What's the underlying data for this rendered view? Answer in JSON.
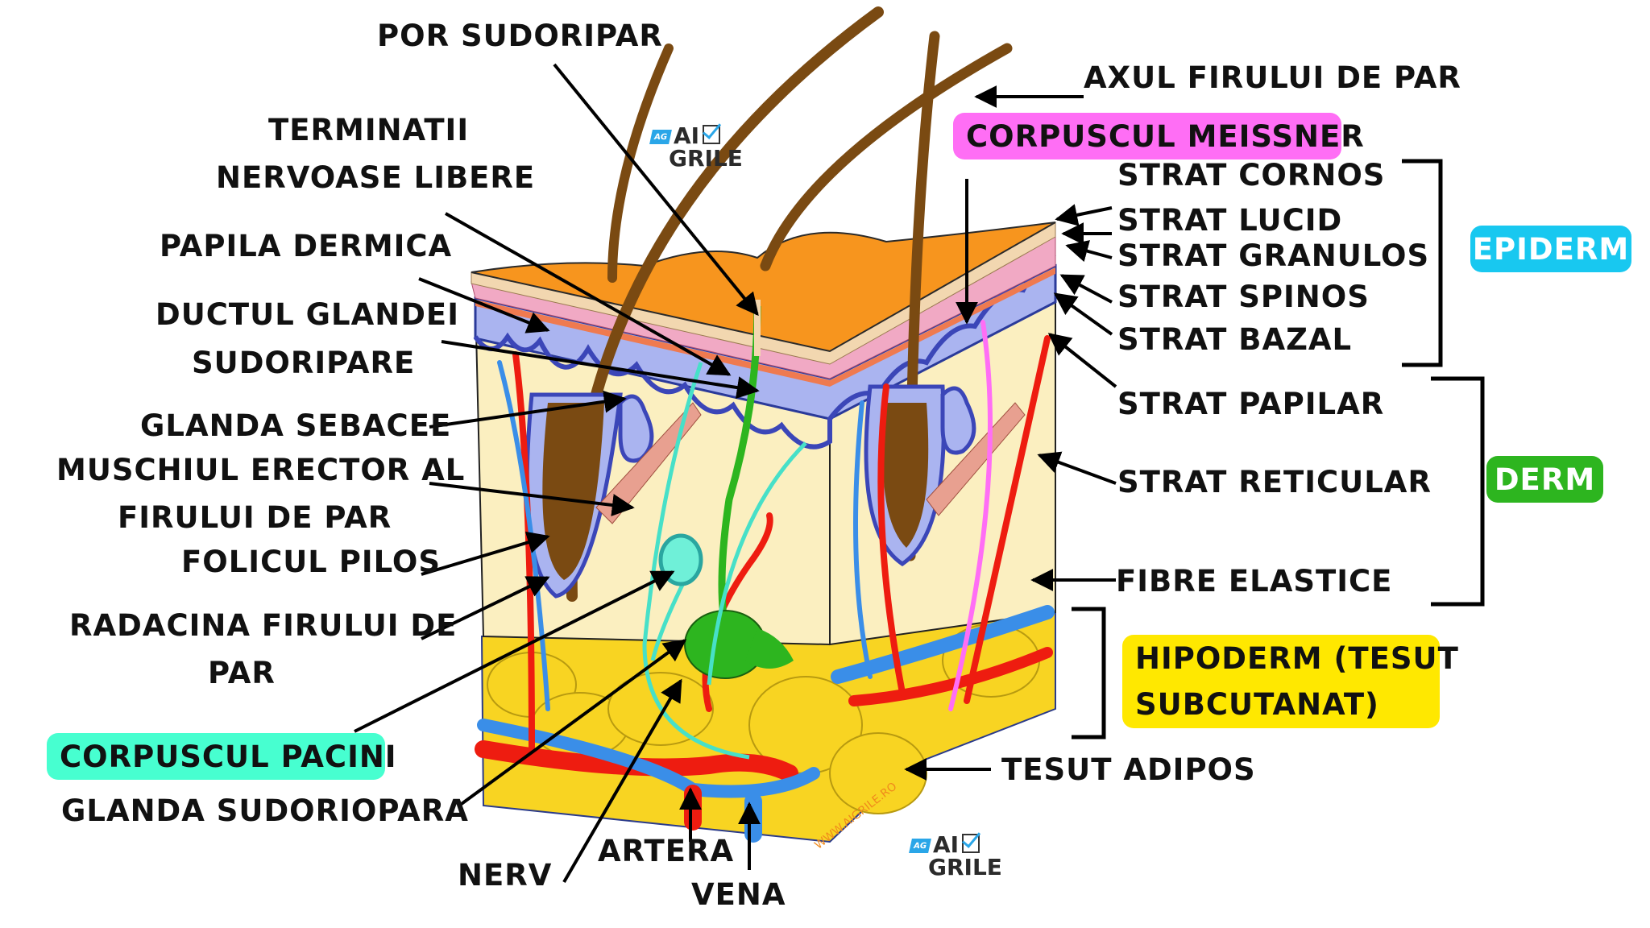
{
  "diagram": {
    "left_labels": {
      "por_sudoripar": "POR SUDORIPAR",
      "terminatii_1": "TERMINATII",
      "terminatii_2": "NERVOASE LIBERE",
      "papila_dermica": "PAPILA DERMICA",
      "ductul_1": "DUCTUL GLANDEI",
      "ductul_2": "SUDORIPARE",
      "glanda_sebacee": "GLANDA SEBACEE",
      "muschiul_1": "MUSCHIUL ERECTOR AL",
      "muschiul_2": "FIRULUI DE PAR",
      "folicul_pilos": "FOLICUL PILOS",
      "radacina_1": "RADACINA FIRULUI DE",
      "radacina_2": "PAR",
      "corpuscul_pacini": "CORPUSCUL PACINI",
      "glanda_sudoripara": "GLANDA SUDORIOPARA"
    },
    "bottom_labels": {
      "nerv": "NERV",
      "artera": "ARTERA",
      "vena": "VENA"
    },
    "right_labels": {
      "axul": "AXUL FIRULUI DE PAR",
      "corpuscul_meissner": "CORPUSCUL MEISSNER",
      "strat_cornos": "STRAT CORNOS",
      "strat_lucid": "STRAT LUCID",
      "strat_granulos": "STRAT GRANULOS",
      "strat_spinos": "STRAT SPINOS",
      "strat_bazal": "STRAT BAZAL",
      "strat_papilar": "STRAT PAPILAR",
      "strat_reticular": "STRAT RETICULAR",
      "fibre_elastice": "FIBRE ELASTICE",
      "tesut_adipos": "TESUT ADIPOS"
    },
    "groups": {
      "epiderm": "EPIDERM",
      "derm": "DERM",
      "hipoderm_1": "HIPODERM (TESUT",
      "hipoderm_2": "SUBCUTANAT)"
    },
    "logo": {
      "badge": "AG",
      "line1": "AI",
      "line2": "GRILE"
    },
    "watermark": "WWW.AIGRILE.RO",
    "colors": {
      "meissner_tag": "#ff6ef5",
      "pacini_tag": "#47ffd0",
      "epiderm_tag": "#18c8f0",
      "derm_tag": "#2db51f",
      "hipoderm_tag": "#ffe800",
      "skin_surface": "#f7951e",
      "dermis": "#fbefc0",
      "epidermis_blue": "#aab4f0",
      "fat": "#f8d422",
      "artery": "#ee1c10",
      "vein": "#3a8ee8",
      "hair": "#7a4a12",
      "gland": "#2db51f"
    }
  }
}
